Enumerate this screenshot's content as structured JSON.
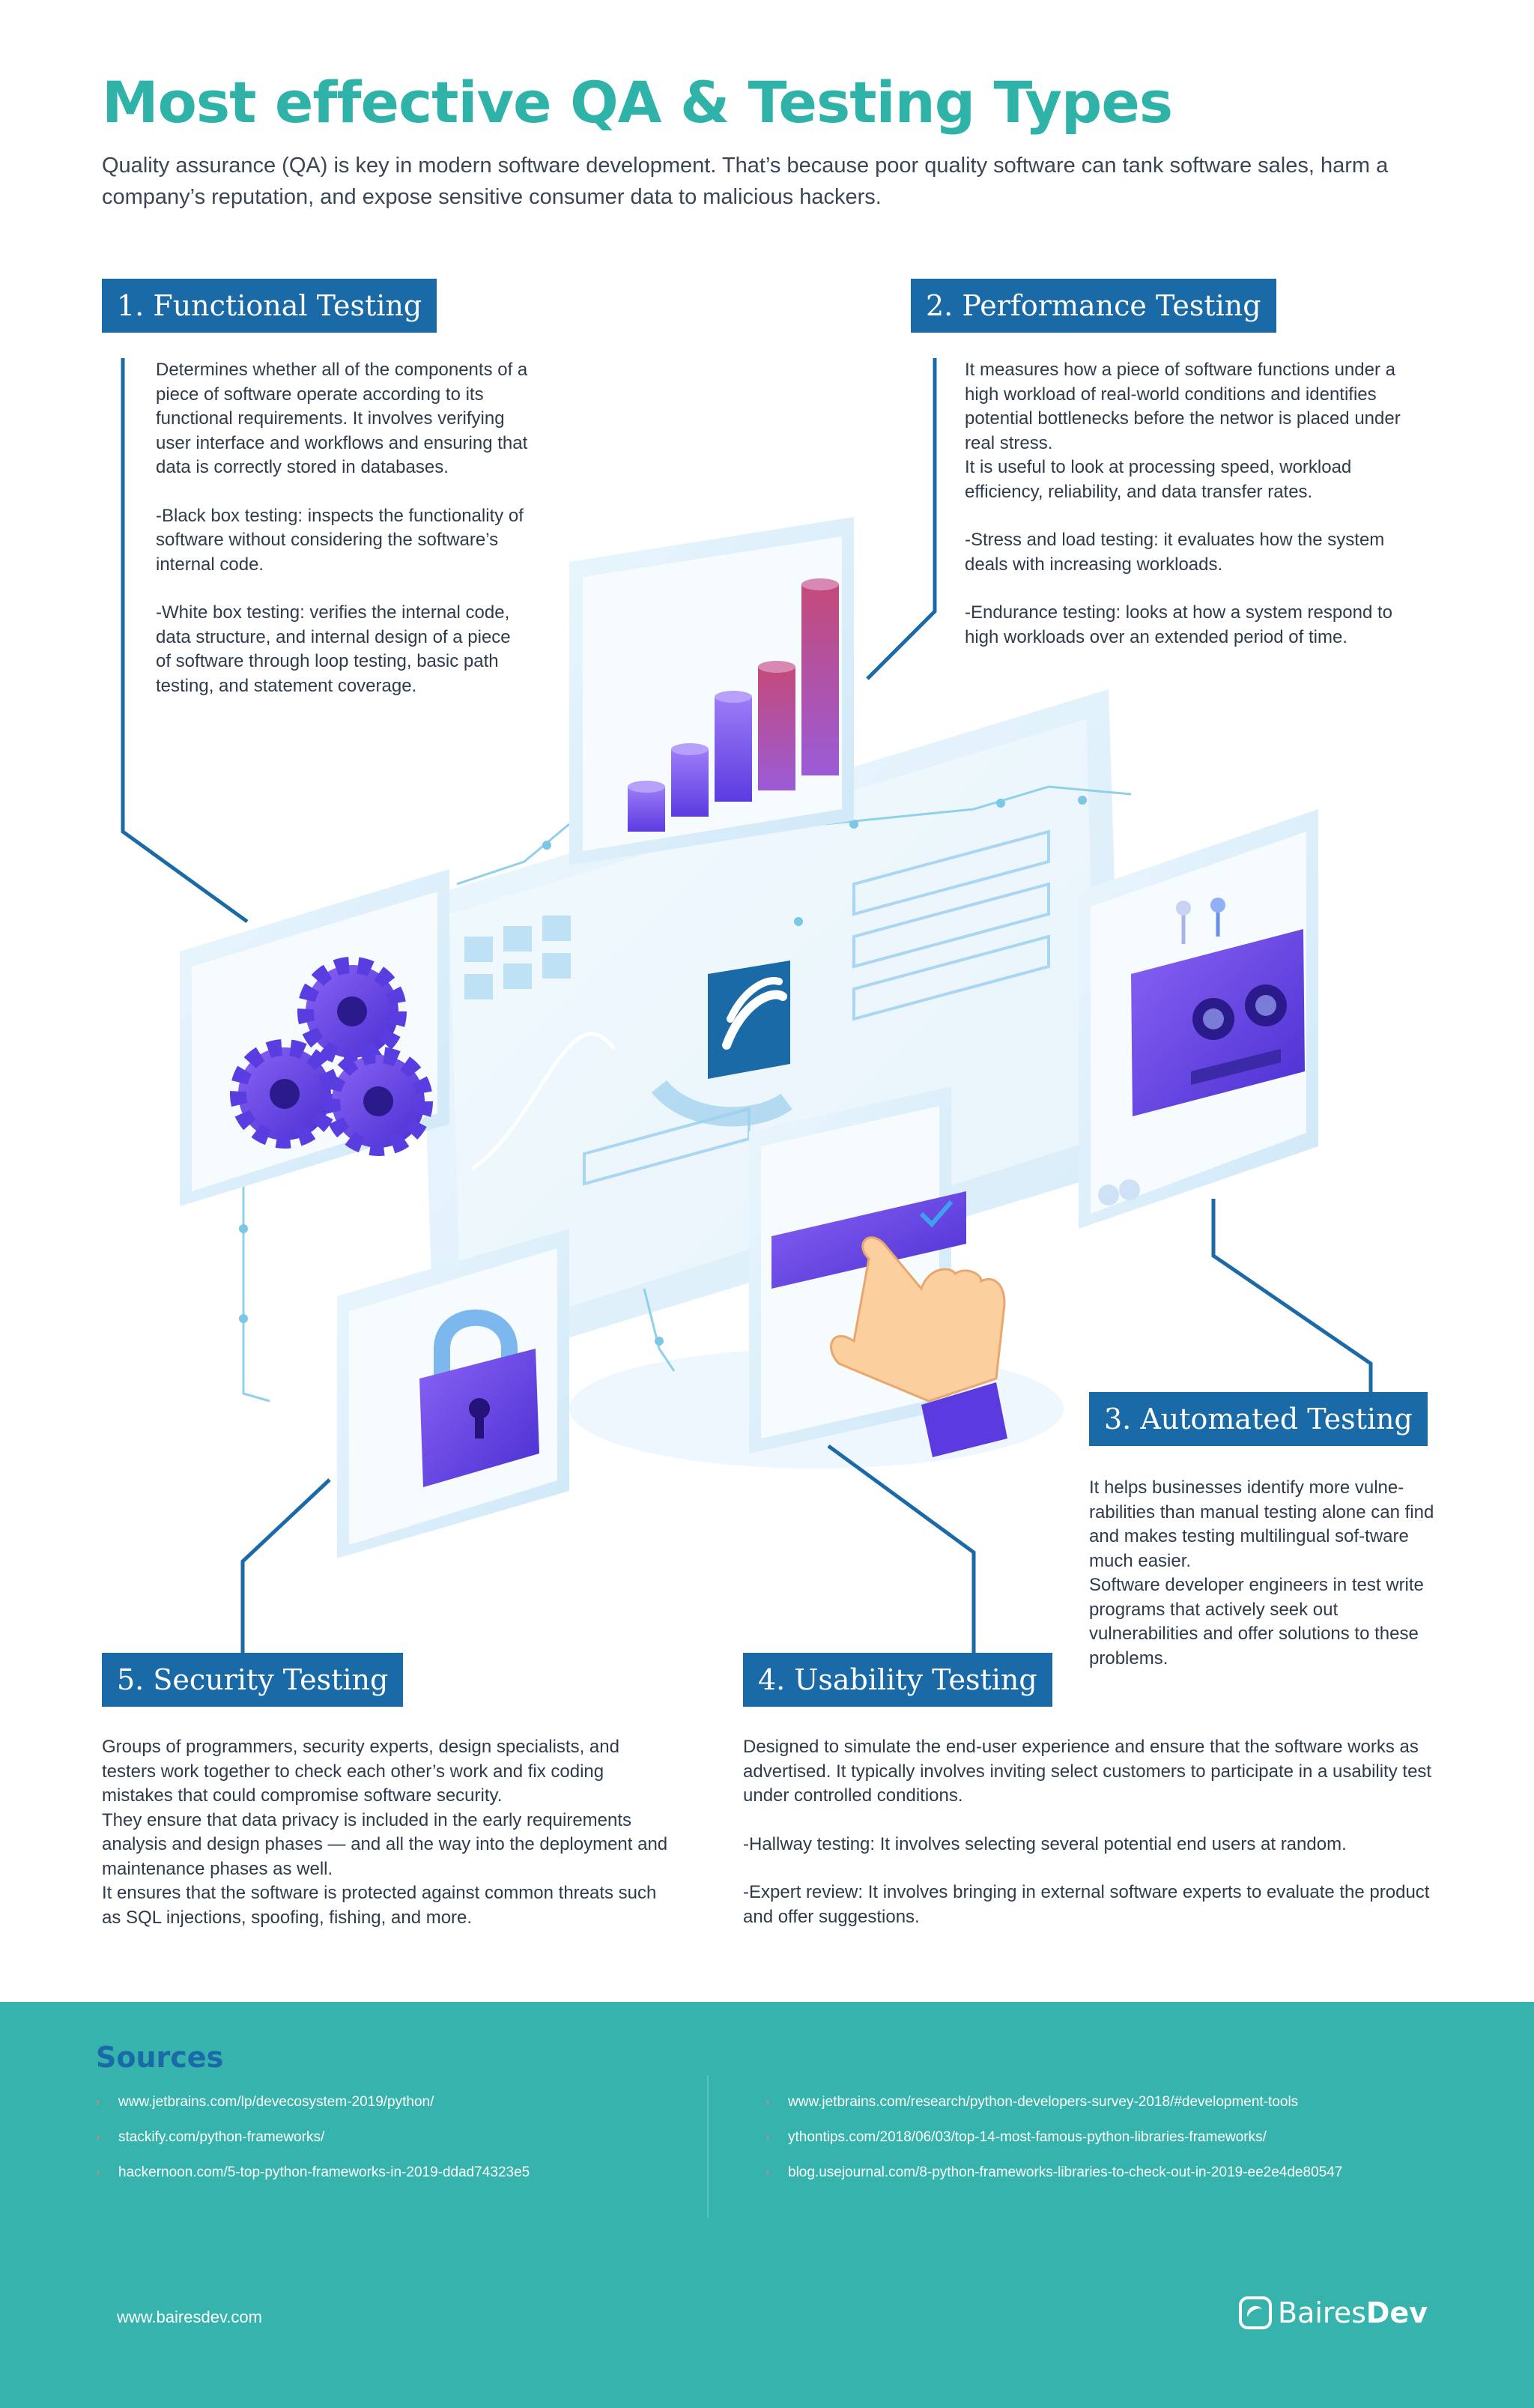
{
  "page": {
    "title": "Most effective QA & Testing Types",
    "intro": "Quality assurance (QA) is key in modern software development. That’s because poor quality software can tank software sales, harm a company’s reputation, and expose sensitive consumer data to malicious hackers."
  },
  "sections": {
    "functional": {
      "heading": "1. Functional Testing",
      "p1": "Determines whether all of the components of a piece of software operate according to its functional requirements.  It involves verifying user interface and workflows and ensuring that data is correctly stored in databases.",
      "p2": "-Black box testing: inspects the functionality of software without considering the software’s internal code.",
      "p3": "-White box testing: verifies the internal code, data structure, and internal design of a piece of software through loop testing, basic path testing, and statement coverage."
    },
    "performance": {
      "heading": "2. Performance Testing",
      "p1": "It measures how a piece of software functions under a high workload of real-world conditions and identifies potential bottlenecks before the networ is placed under real stress.",
      "p1b": "It is useful to look at processing speed, workload efficiency, reliability, and data transfer rates.",
      "p2": "-Stress and load testing: it evaluates how the system deals with increasing workloads.",
      "p3": "-Endurance testing: looks at how a system respond to high workloads over an extended period of time."
    },
    "automated": {
      "heading": "3. Automated Testing",
      "p1": "It helps businesses identify more vulne-rabilities than manual testing alone can find and makes testing multilingual sof-tware much easier.",
      "p2": "Software developer engineers in test write programs that actively seek out vulnerabilities and offer solutions to these problems."
    },
    "usability": {
      "heading": "4. Usability Testing",
      "p1": "Designed to simulate the end-user experience and ensure that the software works as advertised. It typically involves inviting select customers to participate in a usability test under controlled conditions.",
      "p2": "-Hallway testing: It involves selecting several potential end users at random.",
      "p3": "-Expert review: It involves bringing in external software experts to evaluate the product and offer suggestions."
    },
    "security": {
      "heading": "5. Security Testing",
      "p1": "Groups of programmers, security experts, design specialists, and testers work together to check each other’s work and fix coding mistakes that could compromise software security.",
      "p2": "They ensure that data privacy is included in the early requirements analysis and design phases — and all the way into the deployment and maintenance phases as well.",
      "p3": "It ensures that the software is protected against common threats such as SQL injections, spoofing, fishing, and more."
    }
  },
  "illustration": {
    "icons": [
      "gears-icon",
      "bar-chart-icon",
      "robot-icon",
      "padlock-icon",
      "pointing-hand-icon",
      "logo-icon"
    ],
    "colors": {
      "panel": "#e3f2fc",
      "accent": "#7b4ff0",
      "line": "#1b6aa8"
    }
  },
  "sources": {
    "title": "Sources",
    "left": [
      "www.jetbrains.com/lp/devecosystem-2019/python/",
      "stackify.com/python-frameworks/",
      "hackernoon.com/5-top-python-frameworks-in-2019-ddad74323e5"
    ],
    "right": [
      "www.jetbrains.com/research/python-developers-survey-2018/#development-tools",
      "ythontips.com/2018/06/03/top-14-most-famous-python-libraries-frameworks/",
      "blog.usejournal.com/8-python-frameworks-libraries-to-check-out-in-2019-ee2e4de80547"
    ]
  },
  "footer": {
    "site": "www.bairesdev.com",
    "brand_a": "Baires",
    "brand_b": "Dev",
    "bg_color": "#35b3ac"
  }
}
